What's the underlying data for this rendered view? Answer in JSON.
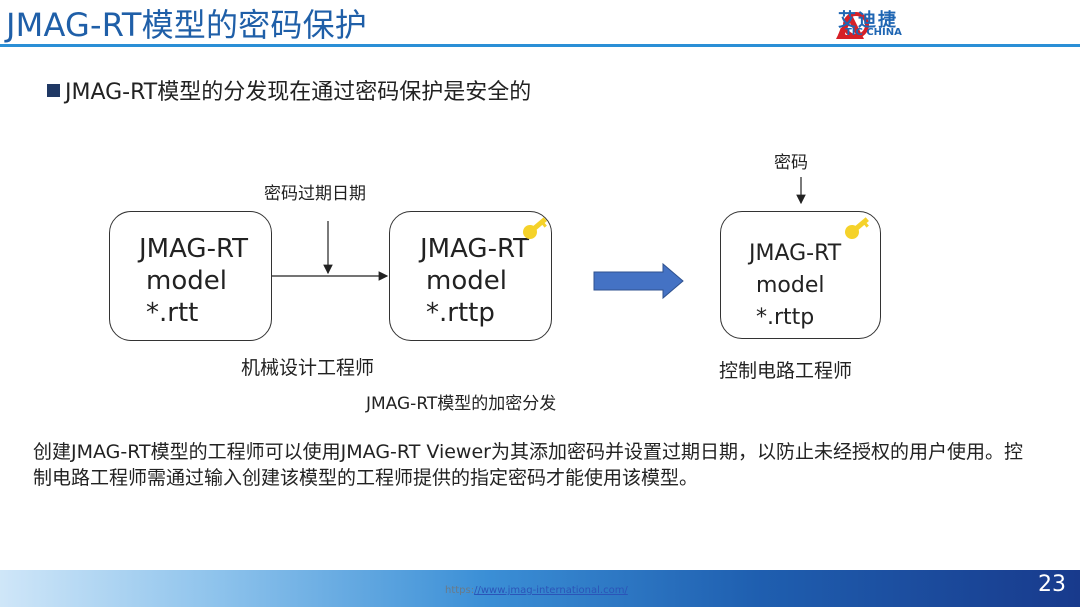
{
  "slide": {
    "title": "JMAG-RT模型的密码保护",
    "logo": {
      "cn": "艾迪捷",
      "en_prefix": "A",
      "en_rest": "TIC CHINA"
    },
    "bullet": "JMAG-RT模型的分发现在通过密码保护是安全的",
    "diagram": {
      "box1": {
        "line1": "JMAG-RT",
        "line2": "model",
        "line3": "*.rtt"
      },
      "box2": {
        "line1": "JMAG-RT",
        "line2": "model",
        "line3": "*.rttp"
      },
      "box3": {
        "line1": "JMAG-RT",
        "line2": "model",
        "line3": "*.rttp"
      },
      "expiry_label": "密码过期日期",
      "password_label": "密码",
      "mech_engineer": "机械设计工程师",
      "ctrl_engineer": "控制电路工程师",
      "caption": "JMAG-RT模型的加密分发"
    },
    "description": "创建JMAG-RT模型的工程师可以使用JMAG-RT Viewer为其添加密码并设置过期日期，以防止未经授权的用户使用。控制电路工程师需通过输入创建该模型的工程师提供的指定密码才能使用该模型。",
    "footer": {
      "url_prefix": "https:",
      "url_rest": "//www.jmag-international.com/",
      "page": "23"
    },
    "colors": {
      "title": "#1f5fa8",
      "accent": "#2a8fd6",
      "arrow_fill": "#4472c4",
      "key_icon": "#f5d22a",
      "logo_red": "#d62027"
    }
  }
}
